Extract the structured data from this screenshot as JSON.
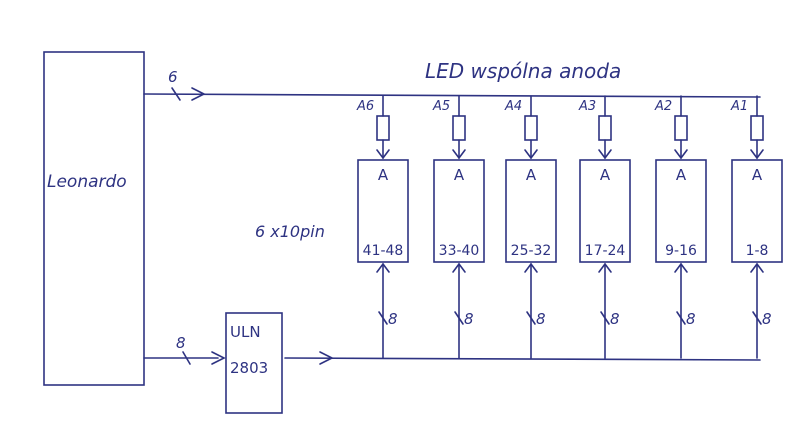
{
  "diagram": {
    "controller": {
      "label": "Leonardo"
    },
    "driver": {
      "line1": "ULN",
      "line2": "2803"
    },
    "anode_bus": {
      "title": "LED wspólna anoda",
      "bus_width": "6"
    },
    "cathode_bus": {
      "input_width": "8"
    },
    "display_group_label": "6 x10pin",
    "ink_color": "#2e3382",
    "displays": [
      {
        "anode_pin": "A6",
        "anode_label": "A",
        "range": "41-48",
        "cathode_width": "8"
      },
      {
        "anode_pin": "A5",
        "anode_label": "A",
        "range": "33-40",
        "cathode_width": "8"
      },
      {
        "anode_pin": "A4",
        "anode_label": "A",
        "range": "25-32",
        "cathode_width": "8"
      },
      {
        "anode_pin": "A3",
        "anode_label": "A",
        "range": "17-24",
        "cathode_width": "8"
      },
      {
        "anode_pin": "A2",
        "anode_label": "A",
        "range": "9-16",
        "cathode_width": "8"
      },
      {
        "anode_pin": "A1",
        "anode_label": "A",
        "range": "1-8",
        "cathode_width": "8"
      }
    ]
  }
}
